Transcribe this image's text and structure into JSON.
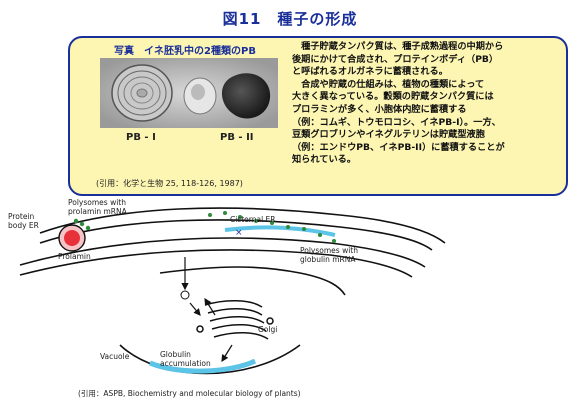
{
  "title": "図11　種子の形成",
  "panel": {
    "photo_caption": "写真　イネ胚乳中の2種類のPB",
    "pb1": "PB - I",
    "pb2": "PB - II",
    "citation": "(引用：化学と生物 25, 118-126, 1987)",
    "paragraph1": [
      "　種子貯蔵タンパク質は、種子成熟過程の中期から",
      "後期にかけて合成され、プロテインボディ（PB）",
      "と呼ばれるオルガネラに蓄積される。"
    ],
    "paragraph2": [
      "　合成や貯蔵の仕組みは、植物の種類によって",
      "大きく異なっている。穀類の貯蔵タンパク質には",
      "プロラミンが多く、小胞体内腔に蓄積する",
      "（例：コムギ、トウモロコシ、イネPB-I）。一方、",
      "豆類グロブリンやイネグルテリンは貯蔵型液胞",
      "（例：エンドウPB、イネPB-II）に蓄積することが",
      "知られている。"
    ]
  },
  "diagram": {
    "protein_body_er": [
      "Protein",
      "body ER"
    ],
    "polysomes_prolamin": [
      "Polysomes with",
      "prolamin mRNA"
    ],
    "prolamin": "Prolamin",
    "cisternal_er": "Cisternal ER",
    "polysomes_globulin": [
      "Polysomes with",
      "globulin mRNA"
    ],
    "golgi": "Golgi",
    "vacuole": "Vacuole",
    "globulin_accumulation": [
      "Globulin",
      "accumulation"
    ]
  },
  "citation2": "(引用：ASPB, Biochemistry and molecular biology of plants)",
  "colors": {
    "title_blue": "#1a2f9a",
    "panel_fill": "#fdf6b3",
    "prolamin_red": "#e8323b",
    "globulin_blue": "#5cc4e6",
    "ribosome_green": "#2f8a3a"
  }
}
